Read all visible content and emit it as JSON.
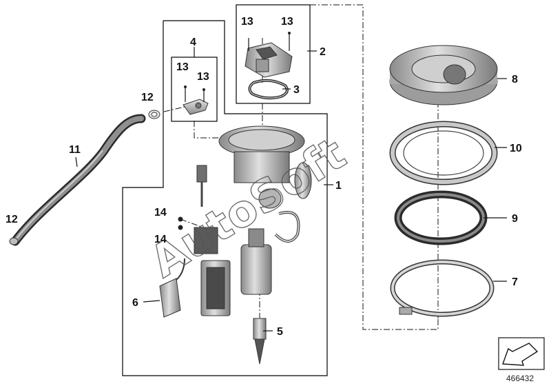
{
  "callouts": [
    {
      "id": "c1",
      "text": "1"
    },
    {
      "id": "c2",
      "text": "2"
    },
    {
      "id": "c3",
      "text": "3"
    },
    {
      "id": "c4",
      "text": "4"
    },
    {
      "id": "c5",
      "text": "5"
    },
    {
      "id": "c6",
      "text": "6"
    },
    {
      "id": "c7",
      "text": "7"
    },
    {
      "id": "c8",
      "text": "8"
    },
    {
      "id": "c9",
      "text": "9"
    },
    {
      "id": "c10",
      "text": "10"
    },
    {
      "id": "c11",
      "text": "11"
    },
    {
      "id": "c12a",
      "text": "12"
    },
    {
      "id": "c12b",
      "text": "12"
    },
    {
      "id": "c13a",
      "text": "13"
    },
    {
      "id": "c13b",
      "text": "13"
    },
    {
      "id": "c13c",
      "text": "13"
    },
    {
      "id": "c13d",
      "text": "13"
    },
    {
      "id": "c14a",
      "text": "14"
    },
    {
      "id": "c14b",
      "text": "14"
    }
  ],
  "watermark": "AutoSoft",
  "reference_number": "466432",
  "colors": {
    "line": "#111111",
    "metal_light": "#d9d9d9",
    "metal_mid": "#a9a9a9",
    "metal_dark": "#6f6f6f",
    "background": "#ffffff"
  },
  "icons": {
    "orientation_arrow": "arrow-down-left-icon"
  }
}
